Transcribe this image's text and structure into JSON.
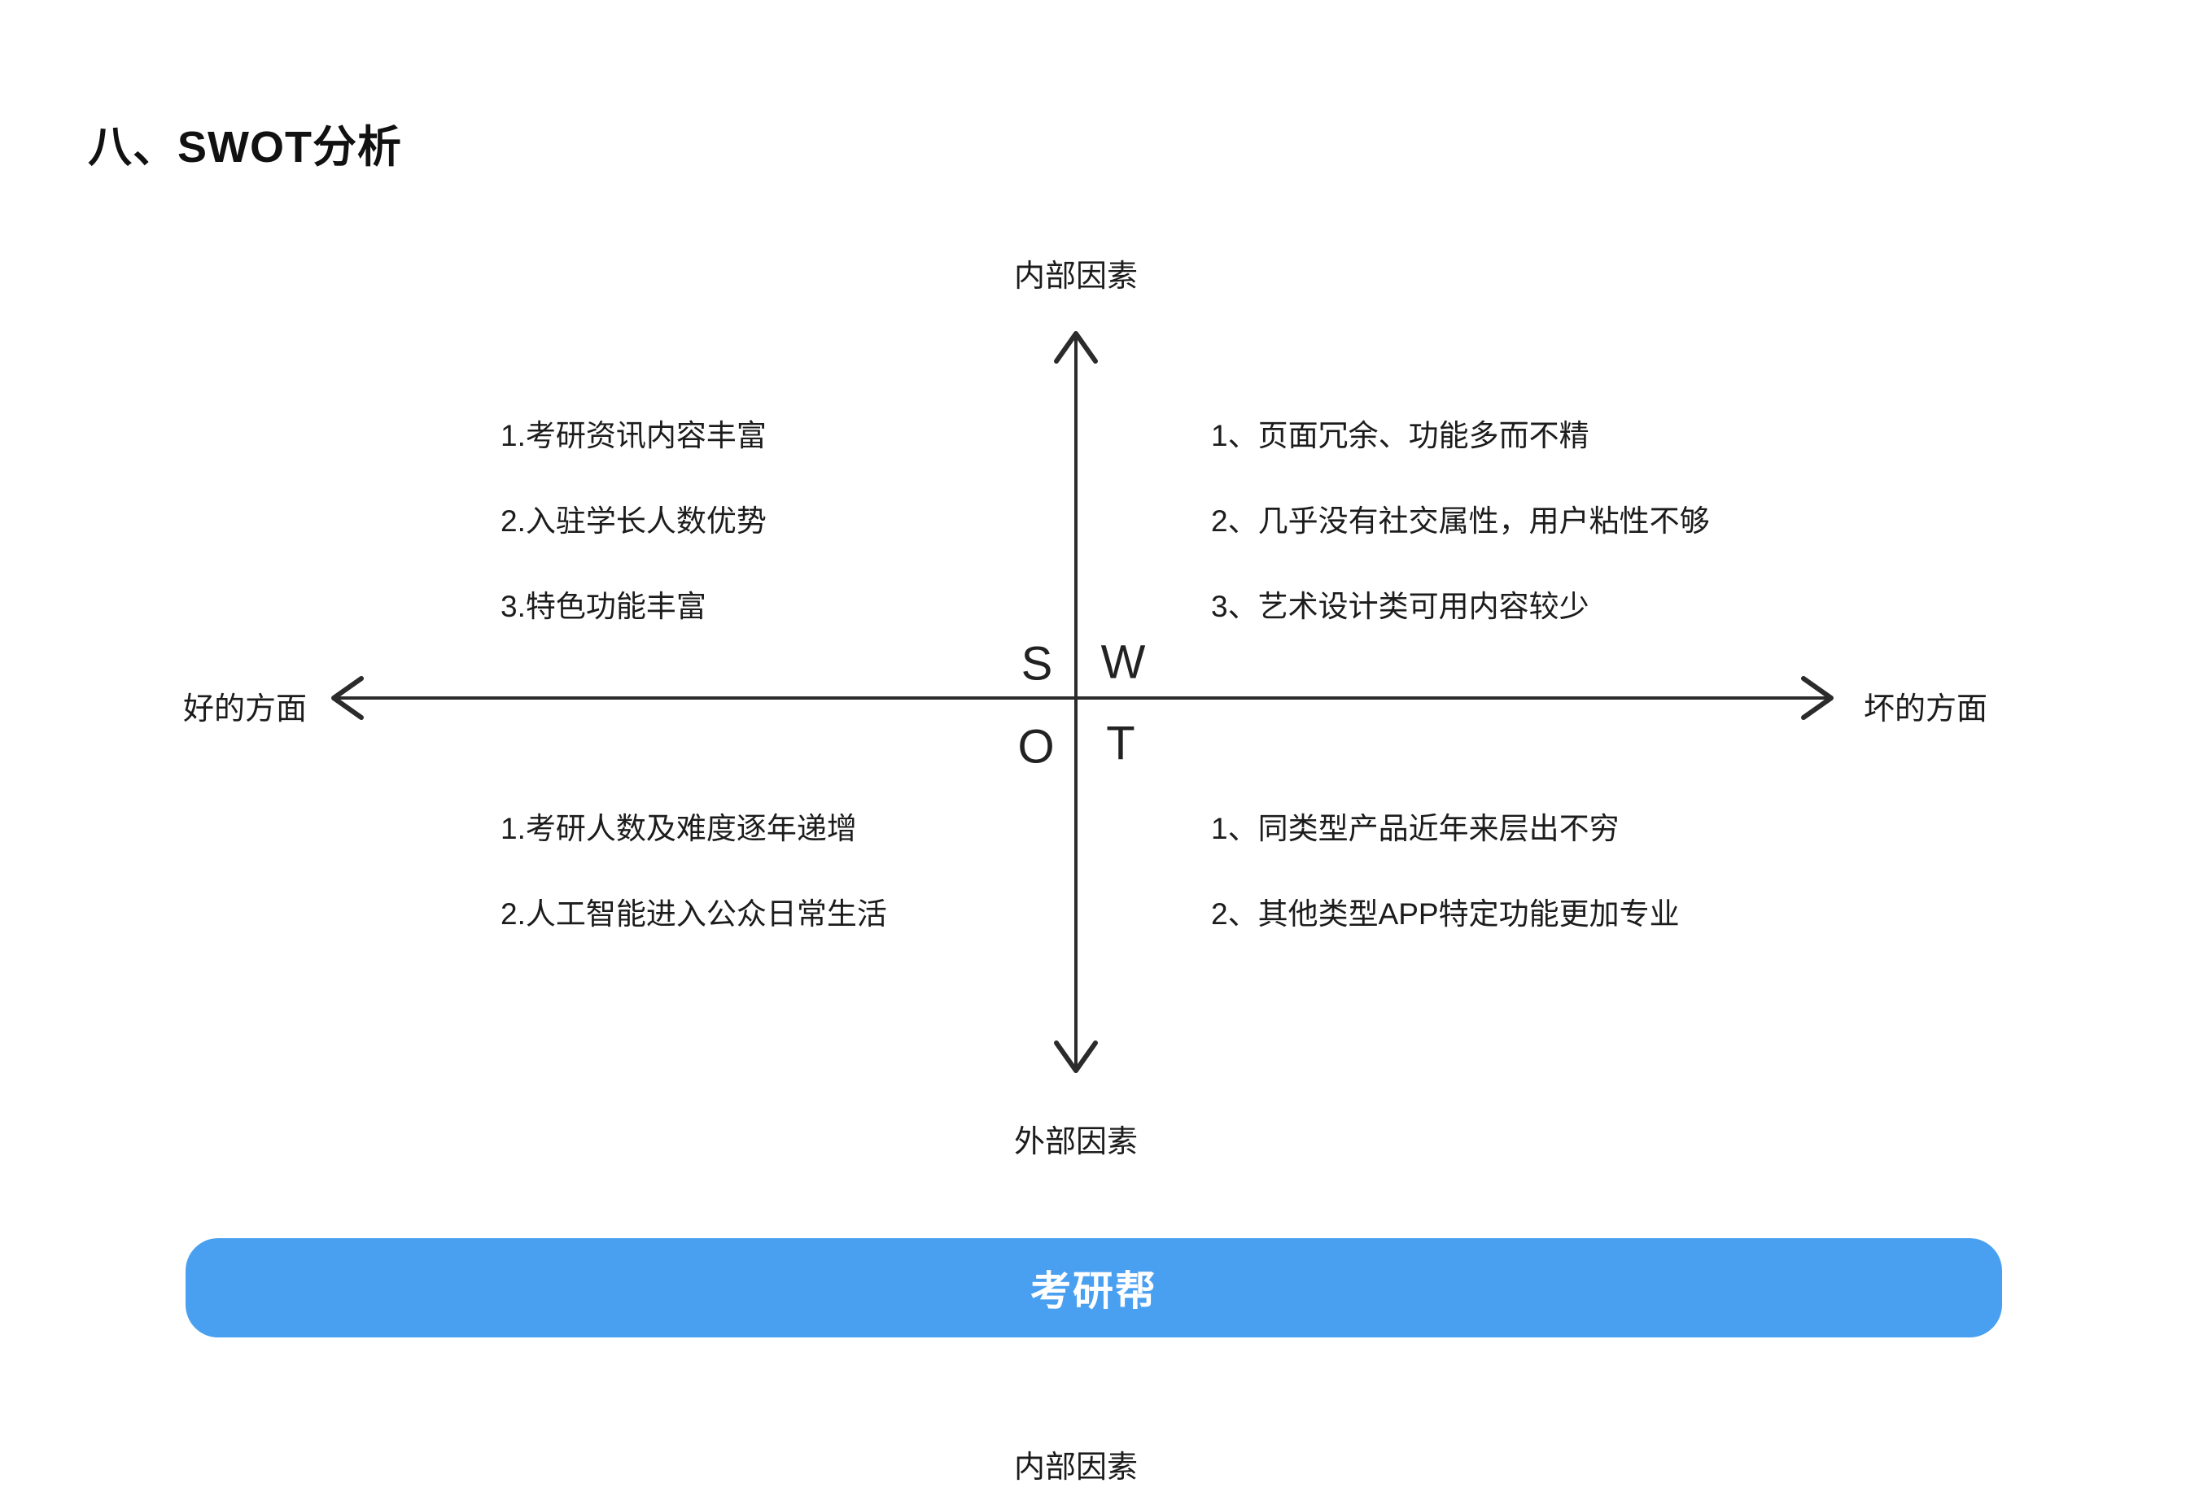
{
  "page_title": "八、SWOT分析",
  "swot": {
    "axes": {
      "top": "内部因素",
      "bottom": "外部因素",
      "left": "好的方面",
      "right": "坏的方面"
    },
    "quadrants": {
      "strengths": {
        "letter": "S",
        "items": [
          "1.考研资讯内容丰富",
          "2.入驻学长人数优势",
          "3.特色功能丰富"
        ]
      },
      "weaknesses": {
        "letter": "W",
        "items": [
          "1、页面冗余、功能多而不精",
          "2、几乎没有社交属性，用户粘性不够",
          "3、艺术设计类可用内容较少"
        ]
      },
      "opportunities": {
        "letter": "O",
        "items": [
          "1.考研人数及难度逐年递增",
          "2.人工智能进入公众日常生活"
        ]
      },
      "threats": {
        "letter": "T",
        "items": [
          "1、同类型产品近年来层出不穷",
          "2、其他类型APP特定功能更加专业"
        ]
      }
    }
  },
  "product_banner": {
    "label": "考研帮",
    "color": "#4aa0f0"
  },
  "next_section_label": "内部因素",
  "colors": {
    "text": "#1c1c1c",
    "axis_line": "#2b2b2b",
    "banner_blue": "#4aa0f0",
    "banner_text": "#ffffff"
  }
}
